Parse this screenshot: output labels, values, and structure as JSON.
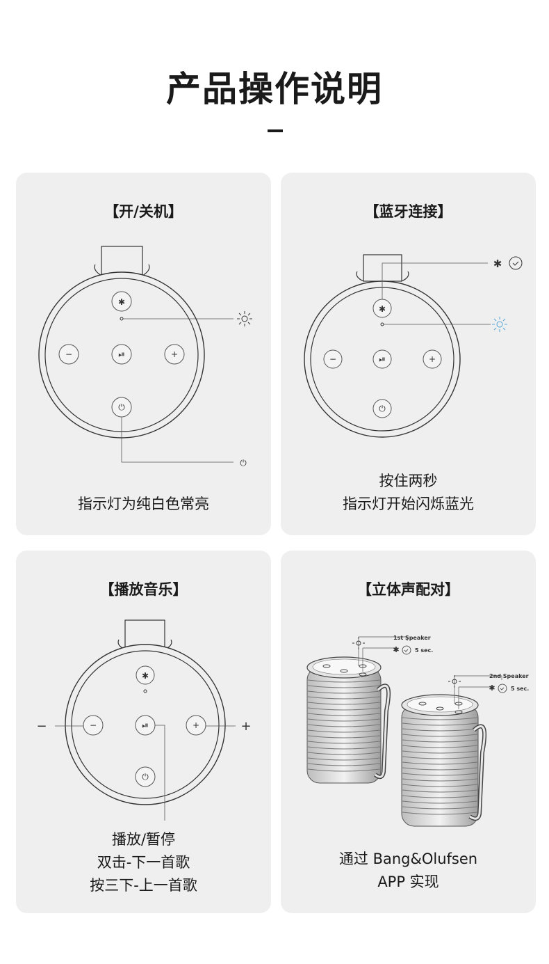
{
  "page": {
    "title": "产品操作说明"
  },
  "cards": [
    {
      "heading": "【开/关机】",
      "desc": [
        "指示灯为纯白色常亮"
      ]
    },
    {
      "heading": "【蓝牙连接】",
      "desc": [
        "按住两秒",
        "指示灯开始闪烁蓝光"
      ]
    },
    {
      "heading": "【播放音乐】",
      "desc": [
        "播放/暂停",
        "双击-下一首歌",
        "按三下-上一首歌"
      ],
      "side_labels": {
        "minus": "−",
        "plus": "+"
      }
    },
    {
      "heading": "【立体声配对】",
      "desc": [
        "通过 Bang&Olufsen",
        "APP 实现"
      ],
      "speakers": [
        {
          "label": "1st Speaker",
          "timer": "5 sec."
        },
        {
          "label": "2nd Speaker",
          "timer": "5 sec."
        }
      ]
    }
  ],
  "icons": {
    "bluetooth": "bluetooth-icon",
    "power": "power-icon",
    "play_pause": "play-pause-icon",
    "minus": "minus-icon",
    "plus": "plus-icon",
    "light": "light-icon",
    "clock": "clock-icon"
  },
  "colors": {
    "card_bg": "#efefef",
    "line": "#555555",
    "blue_light": "#5aa8d8"
  }
}
